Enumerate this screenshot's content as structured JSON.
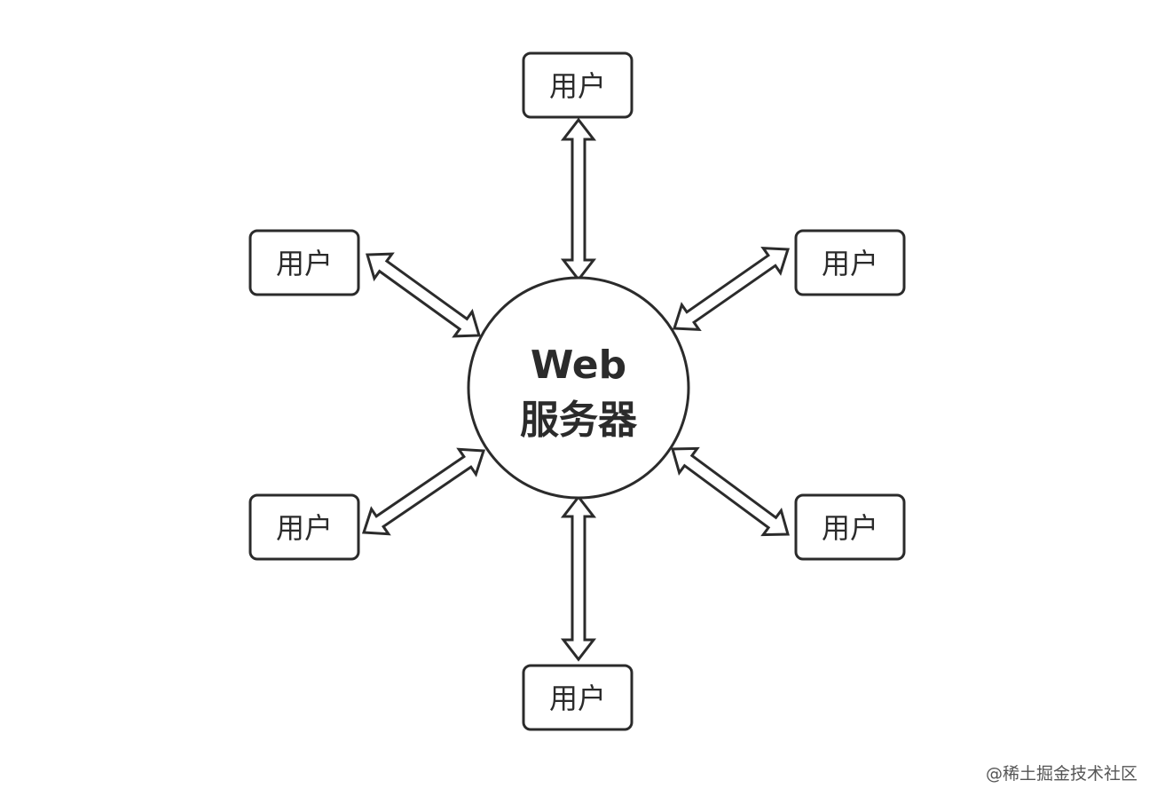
{
  "diagram": {
    "server": {
      "line1": "Web",
      "line2": "服务器"
    },
    "users": [
      {
        "label": "用户",
        "position": "top"
      },
      {
        "label": "用户",
        "position": "upper-left"
      },
      {
        "label": "用户",
        "position": "upper-right"
      },
      {
        "label": "用户",
        "position": "lower-left"
      },
      {
        "label": "用户",
        "position": "lower-right"
      },
      {
        "label": "用户",
        "position": "bottom"
      }
    ],
    "connector": "bidirectional-hollow-arrow",
    "colors": {
      "stroke": "#2b2b2b",
      "fill": "#ffffff",
      "text": "#2b2b2b"
    }
  },
  "watermark": "@稀土掘金技术社区"
}
